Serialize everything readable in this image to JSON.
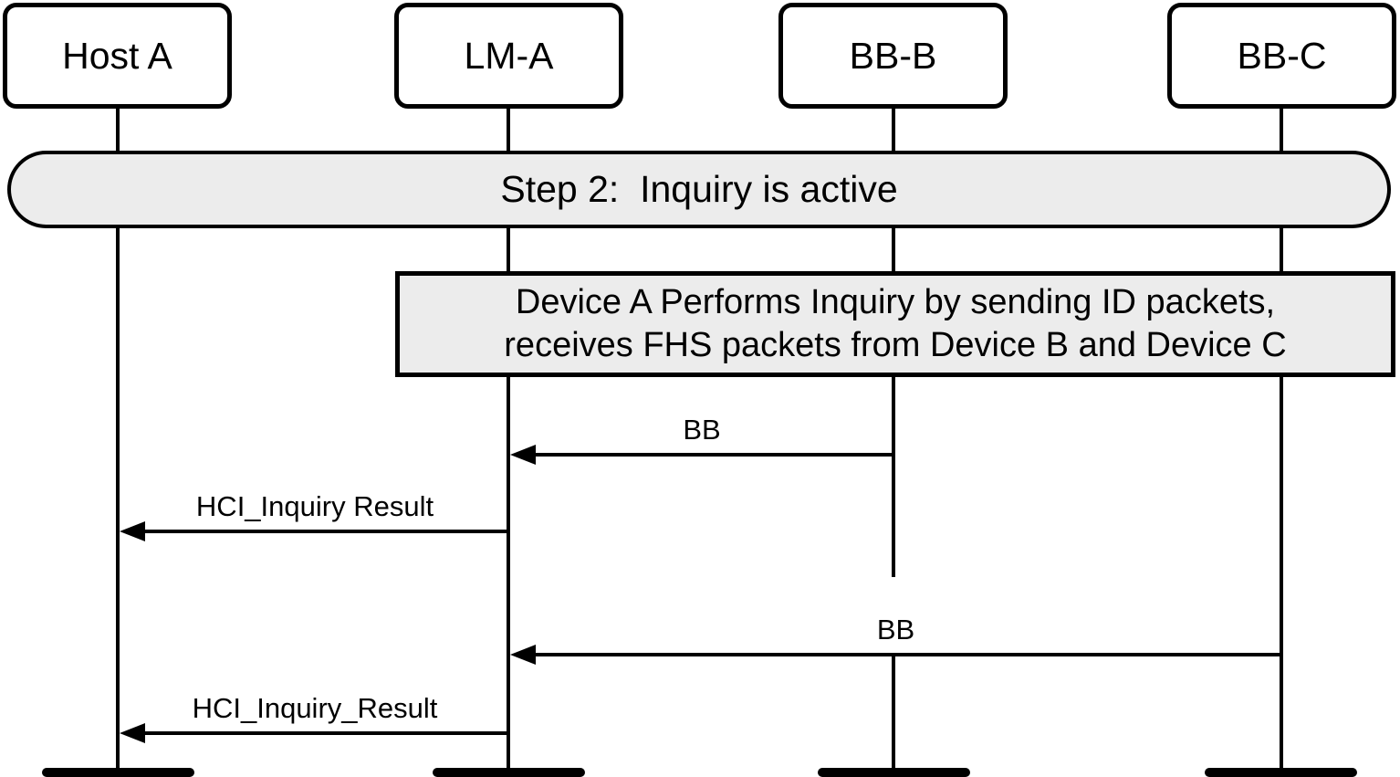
{
  "diagram": {
    "type": "sequence-diagram",
    "participants": [
      {
        "id": "host-a",
        "label": "Host A"
      },
      {
        "id": "lm-a",
        "label": "LM-A"
      },
      {
        "id": "bb-b",
        "label": "BB-B"
      },
      {
        "id": "bb-c",
        "label": "BB-C"
      }
    ],
    "step_banner": {
      "label": "Step 2:  Inquiry is active"
    },
    "note": {
      "line1": "Device A Performs Inquiry by sending ID packets,",
      "line2": "receives FHS packets from Device B and Device C"
    },
    "messages": [
      {
        "label": "BB",
        "from": "BB-B",
        "to": "LM-A",
        "direction": "left"
      },
      {
        "label": "HCI_Inquiry Result",
        "from": "LM-A",
        "to": "Host A",
        "direction": "left"
      },
      {
        "label": "BB",
        "from": "BB-C",
        "to": "LM-A",
        "direction": "left"
      },
      {
        "label": "HCI_Inquiry_Result",
        "from": "LM-A",
        "to": "Host A",
        "direction": "left"
      }
    ],
    "colors": {
      "background": "#ffffff",
      "stroke": "#000000",
      "fill_gray": "#ececec"
    }
  }
}
